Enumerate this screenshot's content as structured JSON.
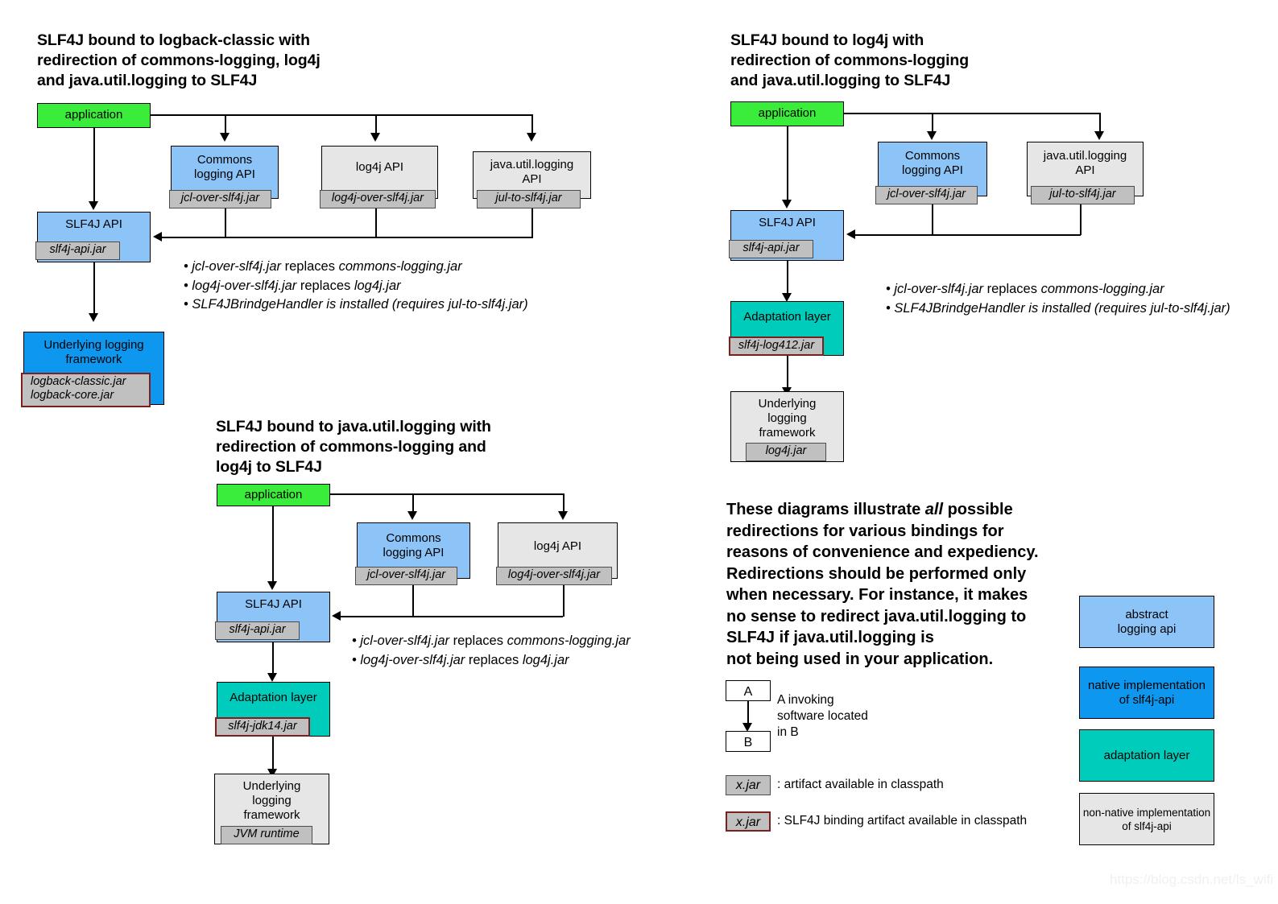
{
  "watermark": "https://blog.csdn.net/ls_wifi",
  "diagram1": {
    "title": "SLF4J bound to logback-classic with\nredirection of commons-logging, log4j\nand java.util.logging to SLF4J",
    "application": "application",
    "commons_api": "Commons\nlogging API",
    "commons_jar": "jcl-over-slf4j.jar",
    "log4j_api": "log4j API",
    "log4j_jar": "log4j-over-slf4j.jar",
    "jul_api": "java.util.logging\nAPI",
    "jul_jar": "jul-to-slf4j.jar",
    "slf4j_api": "SLF4J API",
    "slf4j_jar": "slf4j-api.jar",
    "underlying": "Underlying logging\nframework",
    "underlying_jars": "logback-classic.jar\nlogback-core.jar",
    "notes": [
      {
        "em": "jcl-over-slf4j.jar",
        "plain": " replaces ",
        "em2": "commons-logging.jar"
      },
      {
        "em": "log4j-over-slf4j.jar",
        "plain": " replaces ",
        "em2": "log4j.jar"
      },
      {
        "em": "SLF4JBrindgeHandler is installed (requires jul-to-slf4j.jar)",
        "plain": "",
        "em2": ""
      }
    ]
  },
  "diagram2": {
    "title": "SLF4J bound to log4j with\nredirection of commons-logging\nand java.util.logging to SLF4J",
    "application": "application",
    "commons_api": "Commons\nlogging API",
    "commons_jar": "jcl-over-slf4j.jar",
    "jul_api": "java.util.logging\nAPI",
    "jul_jar": "jul-to-slf4j.jar",
    "slf4j_api": "SLF4J API",
    "slf4j_jar": "slf4j-api.jar",
    "adaptation": "Adaptation layer",
    "adaptation_jar": "slf4j-log412.jar",
    "underlying": "Underlying\nlogging\nframework",
    "underlying_jar": "log4j.jar",
    "notes": [
      {
        "em": "jcl-over-slf4j.jar",
        "plain": " replaces ",
        "em2": "commons-logging.jar"
      },
      {
        "em": "SLF4JBrindgeHandler is installed (requires jul-to-slf4j.jar)",
        "plain": "",
        "em2": ""
      }
    ]
  },
  "diagram3": {
    "title": "SLF4J bound to java.util.logging with\nredirection of commons-logging and\nlog4j to SLF4J",
    "application": "application",
    "commons_api": "Commons\nlogging API",
    "commons_jar": "jcl-over-slf4j.jar",
    "log4j_api": "log4j API",
    "log4j_jar": "log4j-over-slf4j.jar",
    "slf4j_api": "SLF4J API",
    "slf4j_jar": "slf4j-api.jar",
    "adaptation": "Adaptation layer",
    "adaptation_jar": "slf4j-jdk14.jar",
    "underlying": "Underlying\nlogging\nframework",
    "underlying_jar": "JVM runtime",
    "notes": [
      {
        "em": "jcl-over-slf4j.jar",
        "plain": " replaces ",
        "em2": "commons-logging.jar"
      },
      {
        "em": "log4j-over-slf4j.jar",
        "plain": " replaces ",
        "em2": "log4j.jar"
      }
    ]
  },
  "paragraph": {
    "line1": "These diagrams illustrate ",
    "emphasis": "all",
    "line2": " possible\nredirections for various bindings for\nreasons of convenience and expediency.\nRedirections should be performed only\nwhen necessary. For instance, it makes\nno sense to redirect java.util.logging to\nSLF4J if java.util.logging is\nnot being used in your application."
  },
  "legend": {
    "node_a": "A",
    "node_b": "B",
    "invoking_text": "A invoking\nsoftware located\nin B",
    "artifact_jar": "x.jar",
    "artifact_text": ": artifact available in classpath",
    "binding_jar": "x.jar",
    "binding_text": ": SLF4J binding artifact available in classpath",
    "swatches": [
      {
        "label": "abstract\nlogging api",
        "color": "#8cc4f8"
      },
      {
        "label": "native implementation\nof slf4j-api",
        "color": "#0d97ef"
      },
      {
        "label": "adaptation layer",
        "color": "#00ccbb"
      },
      {
        "label": "non-native implementation\nof slf4j-api",
        "color": "#e6e6e6"
      }
    ]
  },
  "colors": {
    "application": "#3bed3b",
    "abstract_api": "#8cc4f8",
    "native_impl": "#0d97ef",
    "adaptation": "#00ccbb",
    "non_native": "#e6e6e6",
    "jar_fill": "#c0c0c0",
    "binding_border": "#7b1f1f"
  }
}
